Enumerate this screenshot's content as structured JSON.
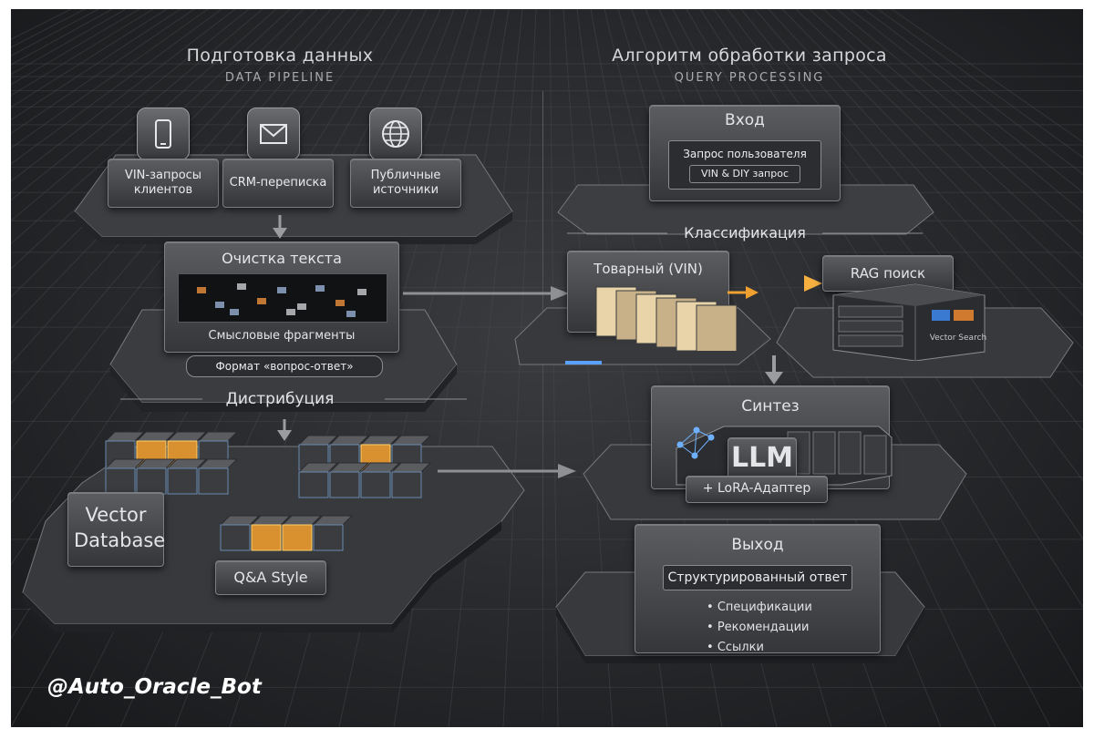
{
  "left": {
    "title": "Подготовка данных",
    "subtitle": "DATA PIPELINE",
    "sources": [
      {
        "icon": "smartphone-icon",
        "label": "VIN-запросы клиентов"
      },
      {
        "icon": "envelope-icon",
        "label": "CRM-переписка"
      },
      {
        "icon": "globe-icon",
        "label": "Публичные источники"
      }
    ],
    "cleaning": {
      "title": "Очистка текста",
      "caption": "Смысловые фрагменты",
      "format": "Формат «вопрос-ответ»"
    },
    "distribution": {
      "title": "Дистрибуция",
      "vector_db": "Vector Database",
      "qa_style": "Q&A Style"
    }
  },
  "right": {
    "title": "Алгоритм обработки запроса",
    "subtitle": "QUERY PROCESSING",
    "input": {
      "title": "Вход",
      "line1": "Запрос пользователя",
      "line2": "VIN & DIY запрос"
    },
    "classification": {
      "title": "Классификация",
      "product": "Товарный (VIN)",
      "rag": "RAG поиск",
      "vector_search": "Vector Search"
    },
    "synthesis": {
      "title": "Синтез",
      "llm": "LLM",
      "adapter": "+ LoRA-Адаптер"
    },
    "output": {
      "title": "Выход",
      "structured": "Структурированный ответ",
      "items": [
        "Спецификации",
        "Рекомендации",
        "Ссылки"
      ]
    }
  },
  "watermark": "@Auto_Oracle_Bot",
  "colors": {
    "background": "#26282b",
    "panel": "#4a4c50",
    "accent_orange": "#f0a030",
    "accent_blue": "#6fb0ff",
    "text": "#e4e5e7"
  }
}
